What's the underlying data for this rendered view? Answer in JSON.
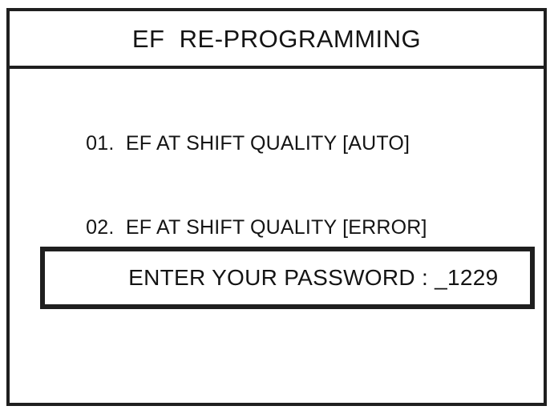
{
  "screen": {
    "title": "EF  RE-PROGRAMMING",
    "background_color": "#ffffff",
    "border_color": "#1f1f1f",
    "text_color": "#141414"
  },
  "menu": {
    "items": [
      {
        "index": "01.",
        "label": "EF AT SHIFT QUALITY [AUTO]",
        "full_text": "01.  EF AT SHIFT QUALITY [AUTO]",
        "mode": "AUTO"
      },
      {
        "index": "02.",
        "label": "EF AT SHIFT QUALITY [ERROR]",
        "full_text": "02.  EF AT SHIFT QUALITY [ERROR]",
        "mode": "ERROR"
      }
    ]
  },
  "password": {
    "prompt": "ENTER YOUR PASSWORD : ",
    "cursor": "_",
    "value": "1229",
    "entered": "_1229",
    "full_text": "ENTER YOUR PASSWORD : _1229"
  }
}
